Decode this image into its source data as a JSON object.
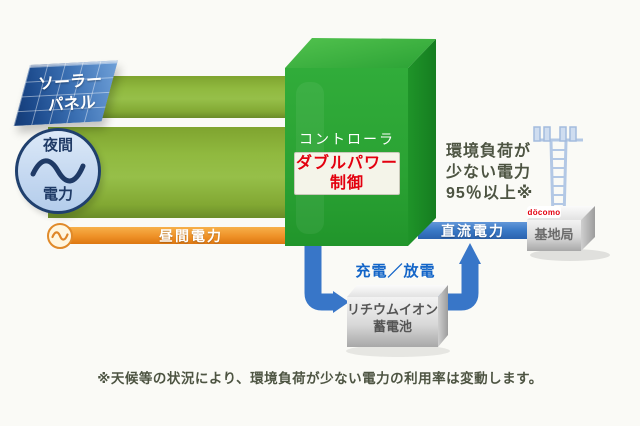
{
  "colors": {
    "bar_green": "#8FB83E",
    "bar_orange": "#E8871E",
    "controller_green": "#2EA437",
    "alert_red": "#E3000F",
    "flow_blue": "#3374C9",
    "charge_text_blue": "#1365C8",
    "note_olive": "#4D5442",
    "panel_blue": "#2F62A4",
    "night_navy": "#1F3A66",
    "docomo_red": "#E3000F"
  },
  "solar_panel": {
    "line1": "ソーラー",
    "line2": "パネル"
  },
  "night_power": {
    "line1": "夜間",
    "line2": "電力"
  },
  "day_power": {
    "label": "昼間電力"
  },
  "controller": {
    "label": "コントローラ",
    "badge_line1": "ダブルパワー",
    "badge_line2": "制御"
  },
  "env_note": {
    "line1": "環境負荷が",
    "line2": "少ない電力",
    "line3": "95％以上※"
  },
  "dc_power": {
    "label": "直流電力"
  },
  "charge": {
    "label": "充電／放電"
  },
  "battery": {
    "line1": "リチウムイオン",
    "line2": "蓄電池"
  },
  "base_station": {
    "logo": "döcomo",
    "label": "基地局"
  },
  "footnote": "※天候等の状況により、環境負荷が少ない電力の利用率は変動します。"
}
